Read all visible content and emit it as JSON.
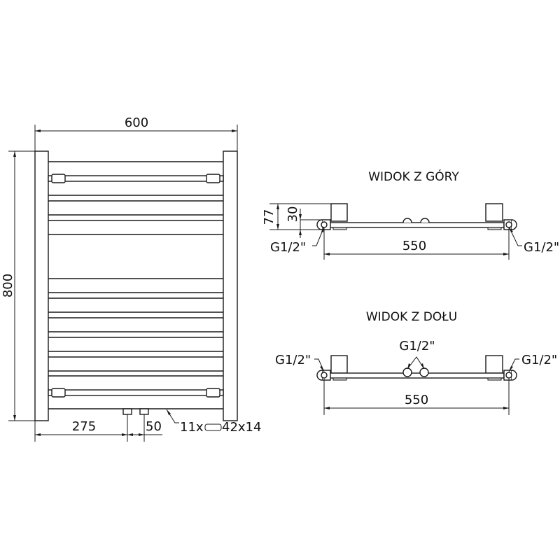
{
  "front_view": {
    "width_label": "600",
    "height_label": "800",
    "offset_label": "275",
    "spacing_label": "50",
    "bar_count_label": "11x",
    "bar_profile_label": "42x14",
    "bar_count": 11
  },
  "top_view": {
    "title": "WIDOK Z GÓRY",
    "depth_total_label": "77",
    "depth_axis_label": "30",
    "connector_left_label": "G1/2\"",
    "connector_right_label": "G1/2\"",
    "spacing_label": "550"
  },
  "bottom_view": {
    "title": "WIDOK Z DOŁU",
    "connector_left_label": "G1/2\"",
    "connector_center_label": "G1/2\"",
    "connector_right_label": "G1/2\"",
    "spacing_label": "550"
  },
  "colors": {
    "line": "#1a1a1a",
    "background": "#ffffff",
    "fill_grey": "#d8d8d8"
  }
}
